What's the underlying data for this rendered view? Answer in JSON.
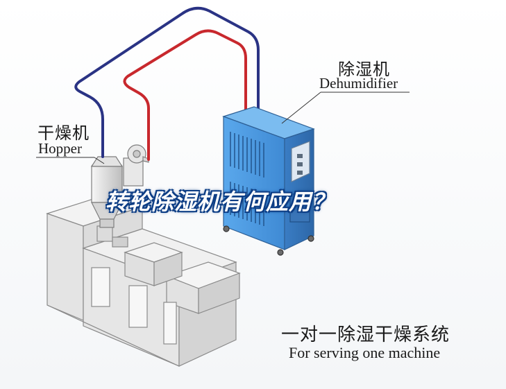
{
  "labels": {
    "dehumidifier_cn": "除湿机",
    "dehumidifier_en": "Dehumidifier",
    "hopper_cn": "干燥机",
    "hopper_en": "Hopper",
    "system_cn": "一对一除湿干燥系统",
    "system_en": "For serving one machine"
  },
  "overlay_title": "转轮除湿机有何应用？",
  "colors": {
    "supply_pipe": "#c8282d",
    "return_pipe": "#2a3384",
    "dehumidifier_body": "#4d9be0",
    "dehumidifier_panel": "#2f6fb5",
    "machine_body": "#ececec",
    "machine_line": "#8a8a8a",
    "title_outline": "#0f3f86"
  }
}
